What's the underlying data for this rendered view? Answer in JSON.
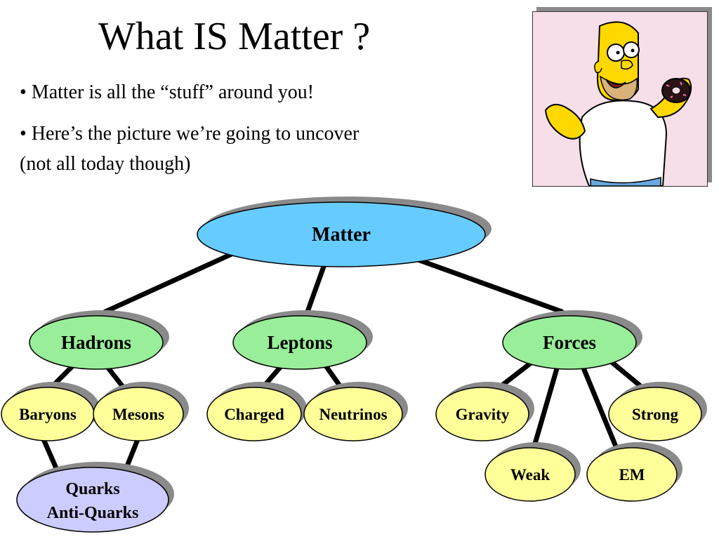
{
  "title": "What IS Matter ?",
  "bullets": [
    "• Matter is all the “stuff” around you!",
    "• Here’s the picture we’re going to uncover",
    "(not all today though)"
  ],
  "picture": {
    "subject": "cartoon man holding a donut"
  },
  "colors": {
    "root": "#66ccff",
    "level1": "#99ee99",
    "leaf": "#ffff99",
    "quarks": "#ccccff",
    "shadow": "#8a8a8a"
  },
  "nodes": {
    "matter": "Matter",
    "hadrons": "Hadrons",
    "leptons": "Leptons",
    "forces": "Forces",
    "baryons": "Baryons",
    "mesons": "Mesons",
    "charged": "Charged",
    "neutrinos": "Neutrinos",
    "gravity": "Gravity",
    "strong": "Strong",
    "weak": "Weak",
    "em": "EM",
    "quarks_line1": "Quarks",
    "quarks_line2": "Anti-Quarks"
  }
}
